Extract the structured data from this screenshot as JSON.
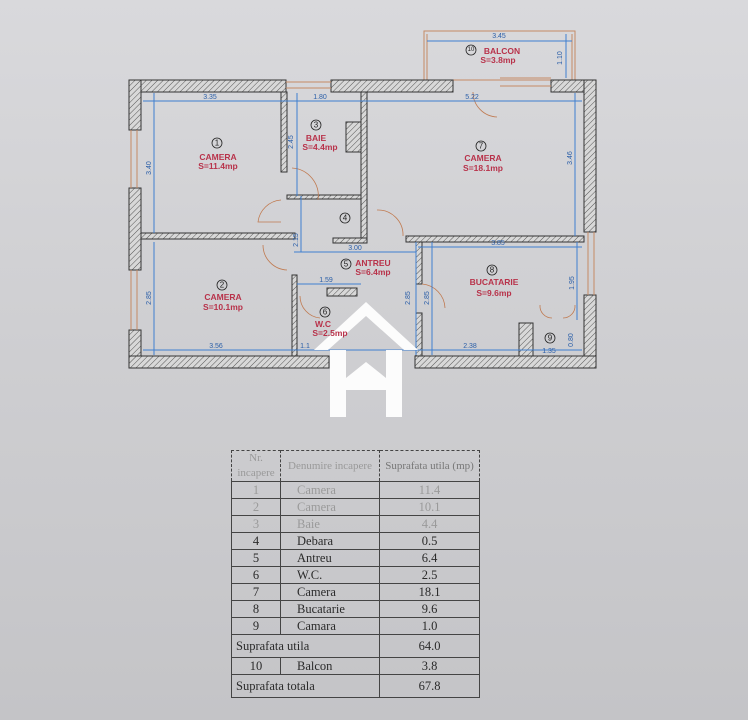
{
  "rooms": [
    {
      "no": "1",
      "name": "CAMERA",
      "area": "S=11.4mp"
    },
    {
      "no": "2",
      "name": "CAMERA",
      "area": "S=10.1mp"
    },
    {
      "no": "3",
      "name": "BAIE",
      "area": "S=4.4mp"
    },
    {
      "no": "4",
      "name": "",
      "area": ""
    },
    {
      "no": "5",
      "name": "ANTREU",
      "area": "S=6.4mp"
    },
    {
      "no": "6",
      "name": "W.C",
      "area": "S=2.5mp"
    },
    {
      "no": "7",
      "name": "CAMERA",
      "area": "S=18.1mp"
    },
    {
      "no": "8",
      "name": "BUCATARIE",
      "area": "S=9.6mp"
    },
    {
      "no": "9",
      "name": "",
      "area": ""
    },
    {
      "no": "10",
      "name": "BALCON",
      "area": "S=3.8mp"
    }
  ],
  "dimensions": {
    "balcon_w": "3.45",
    "balcon_h": "1.10",
    "r1_w": "3.35",
    "r3_w": "1.80",
    "r7_w": "5.22",
    "r1_h": "3.40",
    "r3_h": "2.45",
    "r7_h": "3.46",
    "antreu_w": "3.00",
    "antreu_h": "2.15",
    "r8_w": "3.85",
    "r8_h": "1.95",
    "wc_w": "1.59",
    "r2_h": "2.85",
    "antreu_h2": "2.85",
    "r8_h2": "2.85",
    "r2_w": "3.56",
    "wc_w2": "1.1",
    "r8_w2": "2.38",
    "r9_w": "1.35",
    "r9_h": "0.80"
  },
  "table": {
    "headers": [
      "Nr. incapere",
      "Denumire incapere",
      "Suprafata utila (mp)"
    ],
    "rows": [
      [
        "1",
        "Camera",
        "11.4"
      ],
      [
        "2",
        "Camera",
        "10.1"
      ],
      [
        "3",
        "Baie",
        "4.4"
      ],
      [
        "4",
        "Debara",
        "0.5"
      ],
      [
        "5",
        "Antreu",
        "6.4"
      ],
      [
        "6",
        "W.C.",
        "2.5"
      ],
      [
        "7",
        "Camera",
        "18.1"
      ],
      [
        "8",
        "Bucatarie",
        "9.6"
      ],
      [
        "9",
        "Camara",
        "1.0"
      ]
    ],
    "subtotal_label": "Suprafata utila",
    "subtotal_value": "64.0",
    "balcony_row": [
      "10",
      "Balcon",
      "3.8"
    ],
    "total_label": "Suprafata totala",
    "total_value": "67.8"
  },
  "colors": {
    "label": "#b8324a",
    "dimension": "#3f7fd0",
    "watermark": "#ffffff"
  }
}
